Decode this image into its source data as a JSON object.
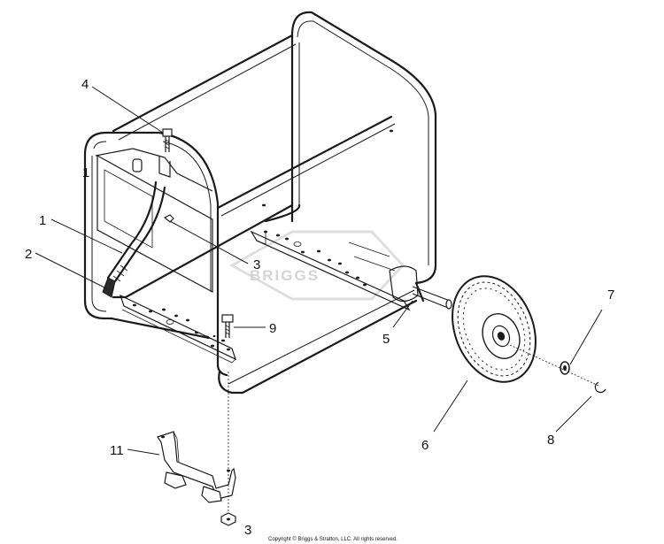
{
  "watermark": "BRIGGS",
  "copyright": "Copyright © Briggs & Stratton, LLC. All rights reserved.",
  "callouts": {
    "c1_top": "1",
    "c1": "1",
    "c2": "2",
    "c3_upper": "3",
    "c3_lower": "3",
    "c4": "4",
    "c5": "5",
    "c6": "6",
    "c7": "7",
    "c8": "8",
    "c9": "9",
    "c11": "11"
  },
  "colors": {
    "line": "#1a1a1a",
    "background": "#ffffff",
    "watermark": "#d4d4d4"
  }
}
